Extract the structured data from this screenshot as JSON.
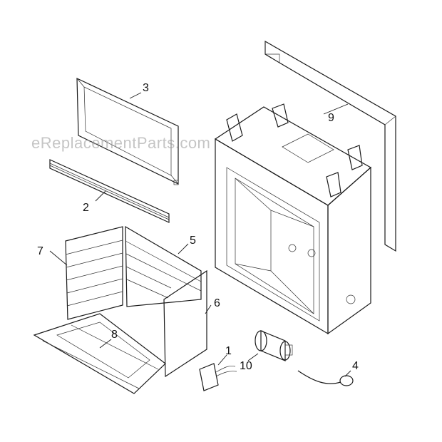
{
  "watermark": "eReplacementParts.com",
  "callouts": [
    "1",
    "2",
    "3",
    "4",
    "5",
    "6",
    "7",
    "8",
    "9",
    "10"
  ]
}
